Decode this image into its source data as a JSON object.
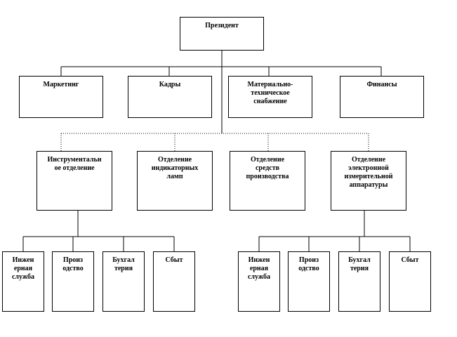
{
  "org_chart": {
    "root": "Президент",
    "level1": [
      "Маркетинг",
      "Кадры",
      "Материально-\nтехническое\nснабжение",
      "Финансы"
    ],
    "level2": [
      "Инструментальн\nое отделение",
      "Отделение\nиндикаторных\nламп",
      "Отделение\nсредств\nпроизводства",
      "Отделение\nэлектронной\nизмерительной\nаппаратуры"
    ],
    "level3_left": [
      "Инжен\nерная\nслужба",
      "Произ\nодство",
      "Бухгал\nтерия",
      "Сбыт"
    ],
    "level3_right": [
      "Инжен\nерная\nслужба",
      "Произ\nодство",
      "Бухгал\nтерия",
      "Сбыт"
    ]
  }
}
